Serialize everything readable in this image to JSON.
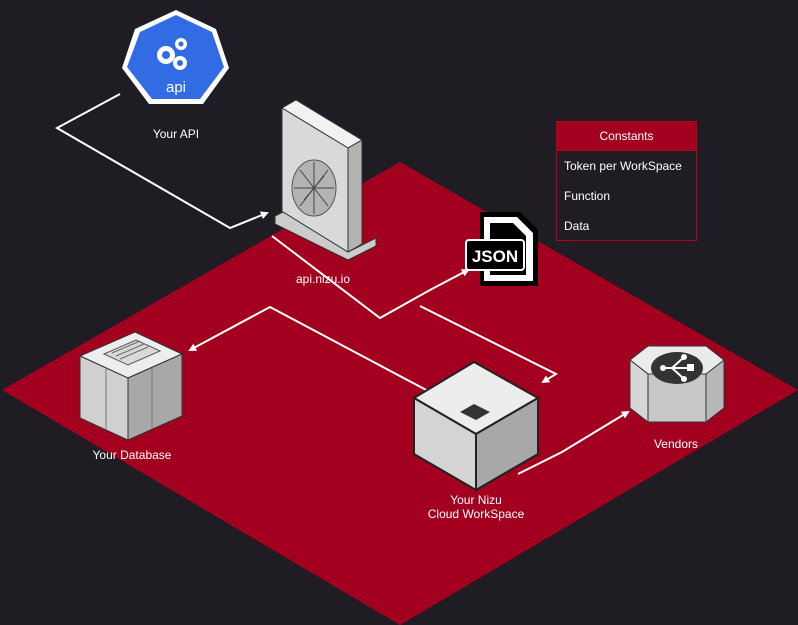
{
  "colors": {
    "background": "#1f1c24",
    "platform": "#a30020",
    "kubernetes_blue": "#326ce5",
    "connector": "#ffffff"
  },
  "nodes": {
    "api": {
      "icon": "kubernetes-api-icon",
      "badge": "api",
      "label": "Your API"
    },
    "gateway": {
      "icon": "server-tower-icon",
      "label": "api.nizu.io"
    },
    "json": {
      "icon": "json-file-icon",
      "badge": "JSON"
    },
    "database": {
      "icon": "database-server-icon",
      "label": "Your Database"
    },
    "workspace": {
      "icon": "cloud-workspace-cube-icon",
      "label_line1": "Your Nizu",
      "label_line2": "Cloud WorkSpace"
    },
    "vendors": {
      "icon": "vendors-network-icon",
      "label": "Vendors"
    }
  },
  "legend": {
    "title": "Constants",
    "items": [
      "Token per WorkSpace",
      "Function",
      "Data"
    ]
  }
}
